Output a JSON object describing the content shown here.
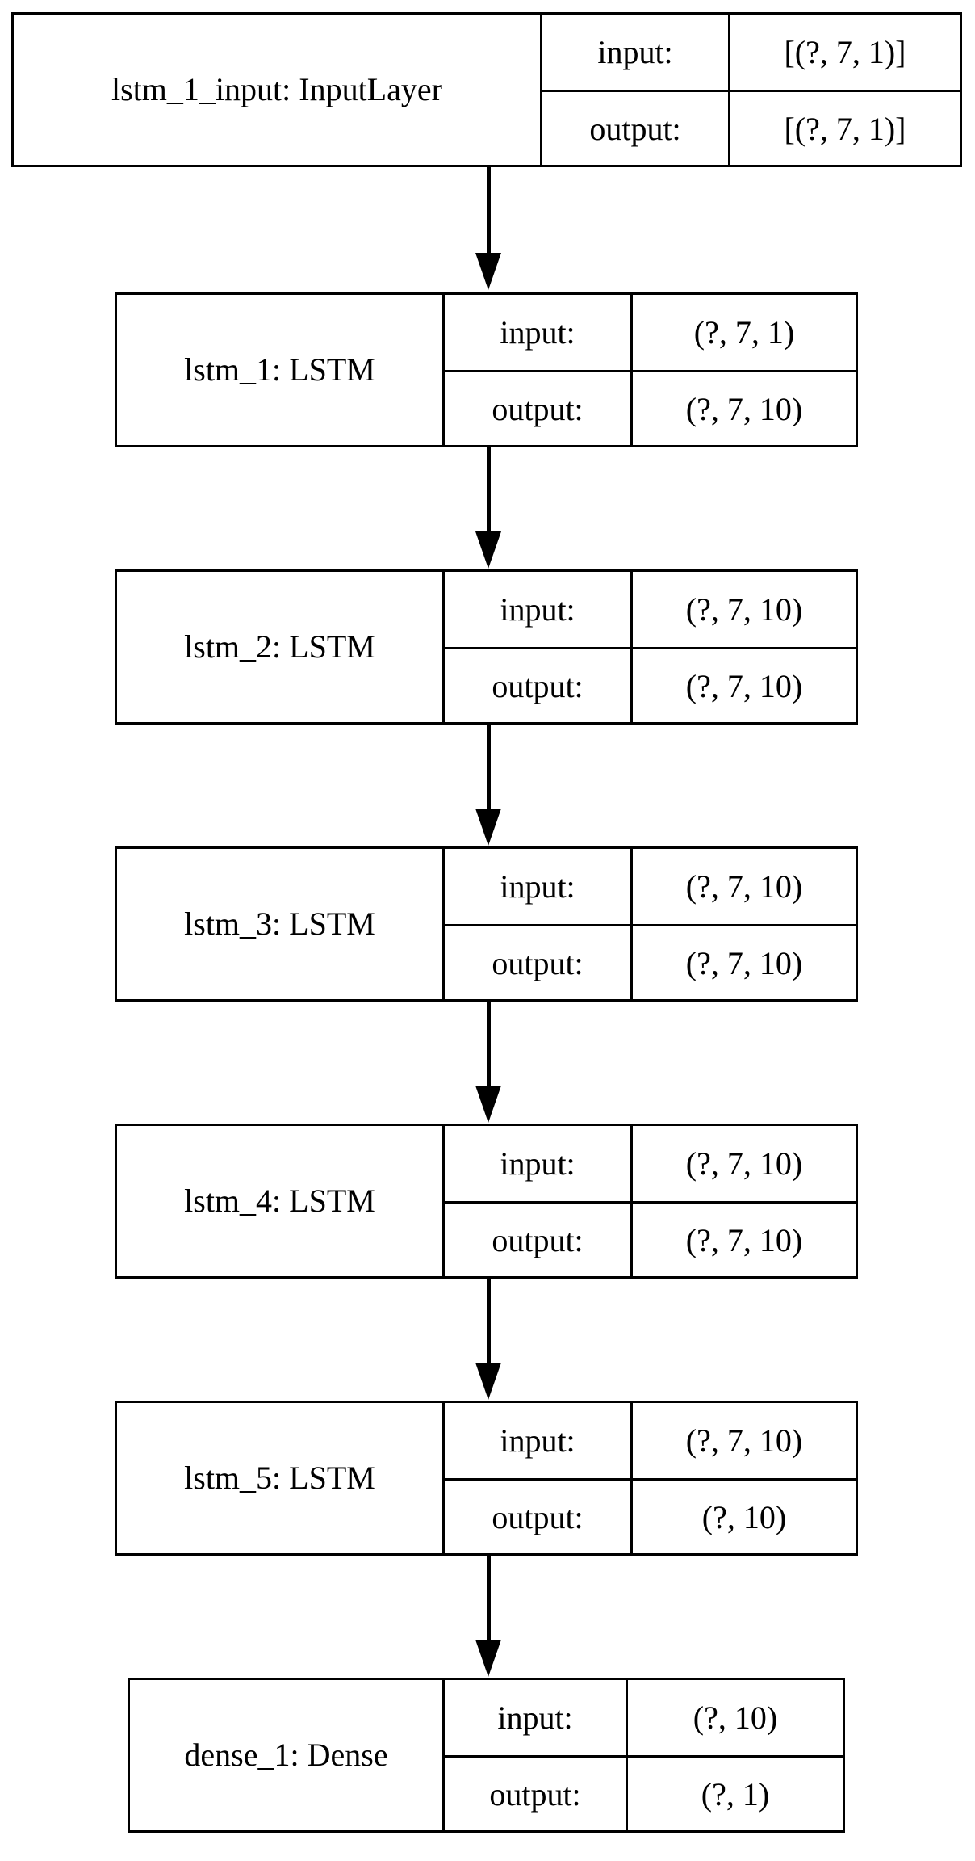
{
  "diagram": {
    "type": "keras-model-plot",
    "orientation": "vertical",
    "io_labels": {
      "input": "input:",
      "output": "output:"
    },
    "colors": {
      "stroke": "#000000",
      "fill": "#ffffff",
      "text": "#000000"
    },
    "nodes": [
      {
        "id": "lstm_1_input",
        "name": "lstm_1_input: InputLayer",
        "input_label": "input:",
        "output_label": "output:",
        "input_shape": "[(?, 7, 1)]",
        "output_shape": "[(?, 7, 1)]"
      },
      {
        "id": "lstm_1",
        "name": "lstm_1: LSTM",
        "input_label": "input:",
        "output_label": "output:",
        "input_shape": "(?, 7, 1)",
        "output_shape": "(?, 7, 10)"
      },
      {
        "id": "lstm_2",
        "name": "lstm_2: LSTM",
        "input_label": "input:",
        "output_label": "output:",
        "input_shape": "(?, 7, 10)",
        "output_shape": "(?, 7, 10)"
      },
      {
        "id": "lstm_3",
        "name": "lstm_3: LSTM",
        "input_label": "input:",
        "output_label": "output:",
        "input_shape": "(?, 7, 10)",
        "output_shape": "(?, 7, 10)"
      },
      {
        "id": "lstm_4",
        "name": "lstm_4: LSTM",
        "input_label": "input:",
        "output_label": "output:",
        "input_shape": "(?, 7, 10)",
        "output_shape": "(?, 7, 10)"
      },
      {
        "id": "lstm_5",
        "name": "lstm_5: LSTM",
        "input_label": "input:",
        "output_label": "output:",
        "input_shape": "(?, 7, 10)",
        "output_shape": "(?, 10)"
      },
      {
        "id": "dense_1",
        "name": "dense_1: Dense",
        "input_label": "input:",
        "output_label": "output:",
        "input_shape": "(?, 10)",
        "output_shape": "(?, 1)"
      }
    ],
    "edges": [
      {
        "from": "lstm_1_input",
        "to": "lstm_1"
      },
      {
        "from": "lstm_1",
        "to": "lstm_2"
      },
      {
        "from": "lstm_2",
        "to": "lstm_3"
      },
      {
        "from": "lstm_3",
        "to": "lstm_4"
      },
      {
        "from": "lstm_4",
        "to": "lstm_5"
      },
      {
        "from": "lstm_5",
        "to": "dense_1"
      }
    ]
  }
}
